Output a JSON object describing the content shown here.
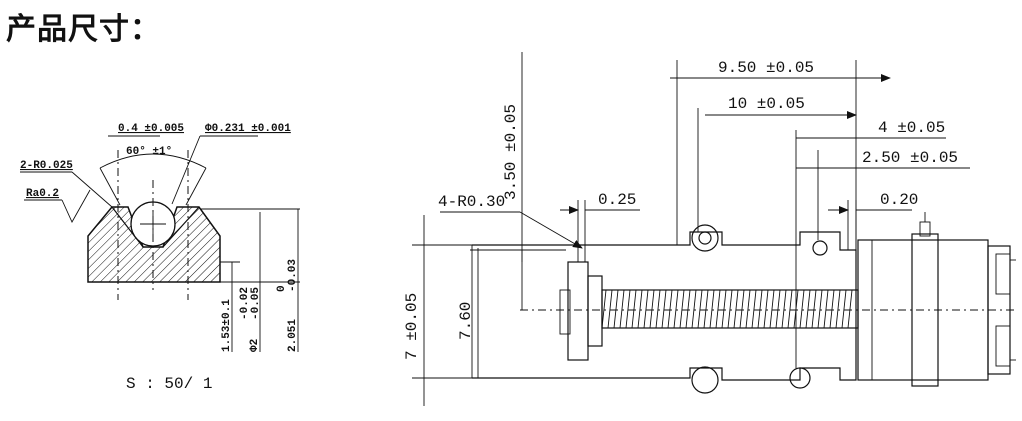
{
  "title": "产品尺寸：",
  "left_view": {
    "dims": {
      "width_04": "0.4 ±0.005",
      "dia_0231": "Φ0.231 ±0.001",
      "angle_60": "60° ±1°",
      "radius_2r": "2-R0.025",
      "roughness": "Ra0.2",
      "h_153": "1.53±0.1",
      "dia_2": "Φ2",
      "dia_2_tol": "-0.02",
      "dia_2_tol2": "-0.05",
      "h_2051": "2.051",
      "h_2051_tol_top": "0",
      "h_2051_tol_bot": "-0.03"
    },
    "scale": "S : 50/ 1"
  },
  "right_view": {
    "dims": {
      "d_950": "9.50 ±0.05",
      "d_10": "10 ±0.05",
      "d_4": "4 ±0.05",
      "d_250": "2.50 ±0.05",
      "d_350": "3.50 ±0.05",
      "d_4r": "4-R0.30",
      "d_025": "0.25",
      "d_020": "0.20",
      "d_7": "7 ±0.05",
      "d_760": "7.60"
    }
  }
}
